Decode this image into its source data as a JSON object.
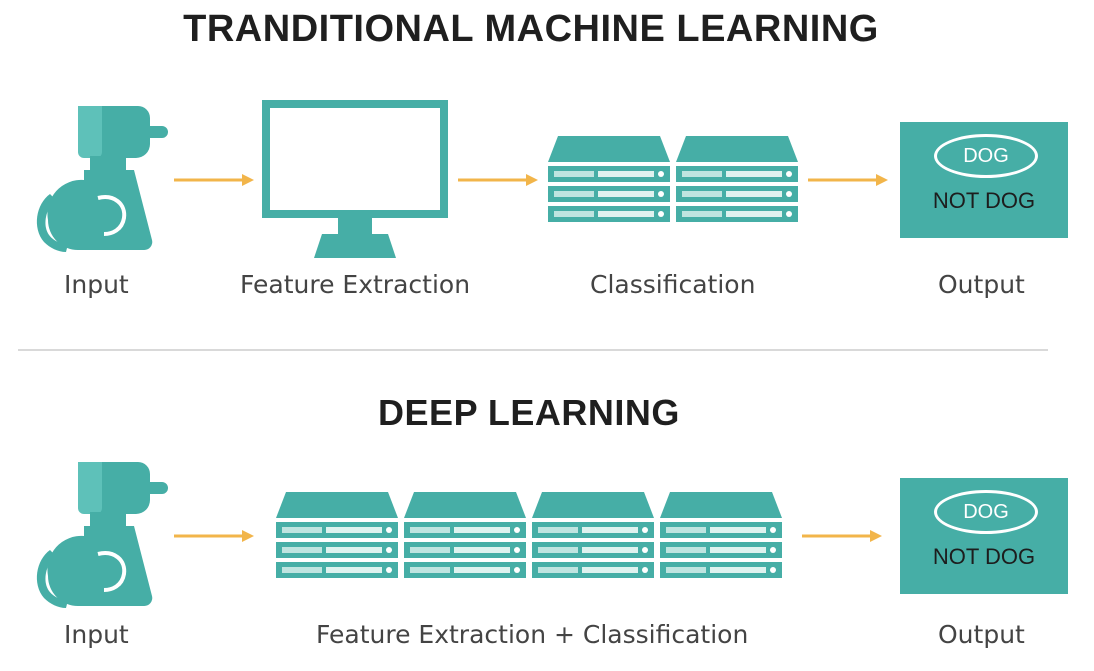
{
  "colors": {
    "teal": "#46aea6",
    "arrow": "#f2b54a",
    "text": "#444444",
    "title": "#1f1f1f"
  },
  "traditional": {
    "title": "TRANDITIONAL MACHINE LEARNING",
    "steps": [
      "Input",
      "Feature Extraction",
      "Classification",
      "Output"
    ],
    "output": {
      "positive": "DOG",
      "negative": "NOT DOG"
    }
  },
  "deep": {
    "title": "DEEP LEARNING",
    "steps": [
      "Input",
      "Feature Extraction + Classification",
      "Output"
    ],
    "output": {
      "positive": "DOG",
      "negative": "NOT DOG"
    }
  },
  "icons": {
    "input": "dog-icon",
    "feature": "monitor-icon",
    "classifier": "server-stack-icon",
    "arrow": "arrow-right-icon"
  }
}
